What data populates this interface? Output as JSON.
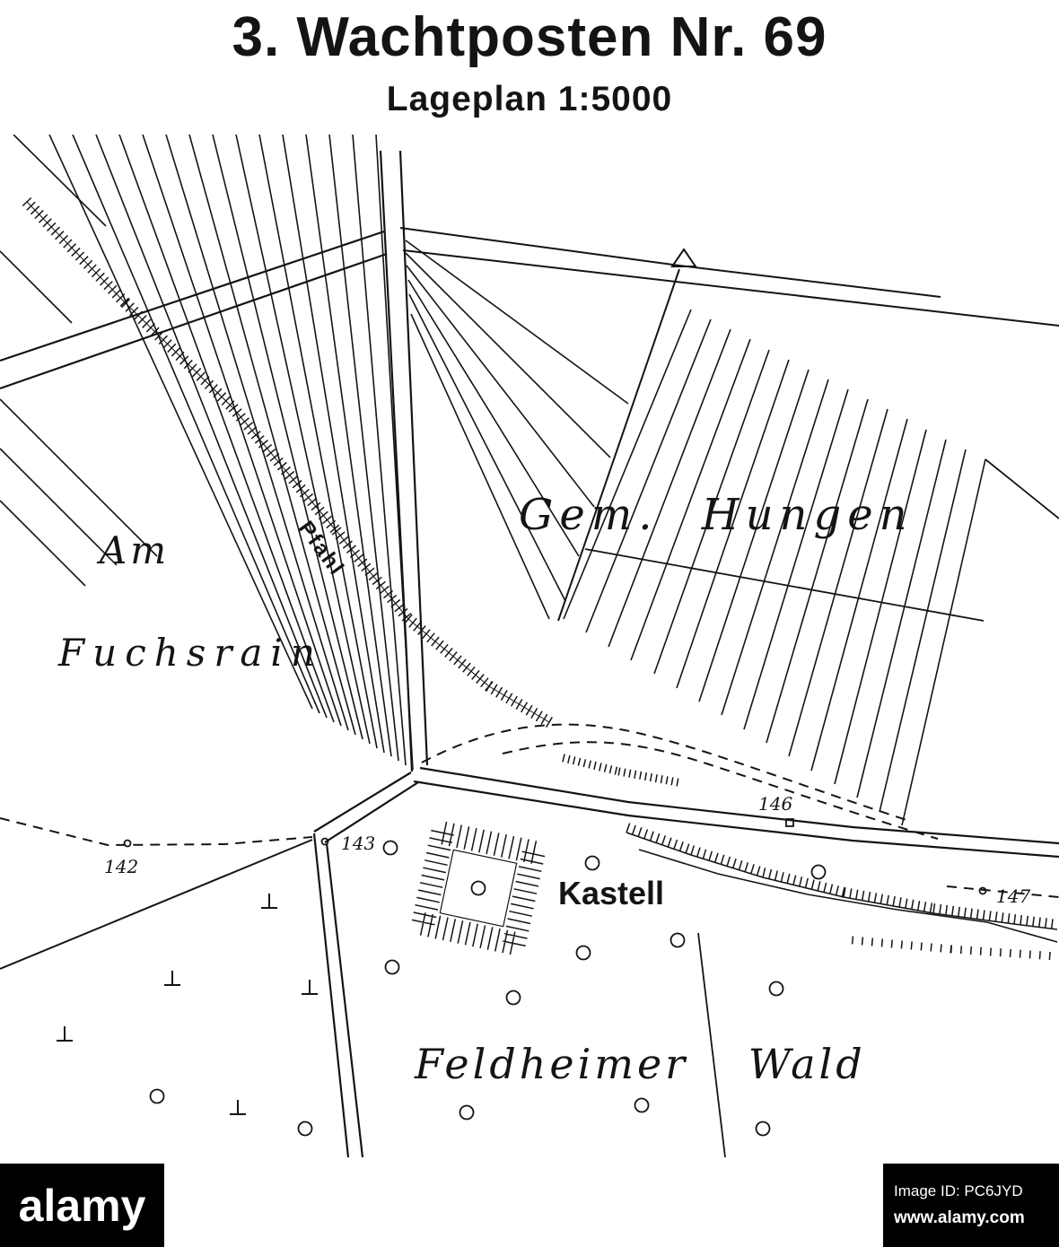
{
  "header": {
    "title": "3. Wachtposten Nr. 69",
    "subtitle": "Lageplan 1:5000"
  },
  "map": {
    "region_labels": {
      "am": "Am",
      "fuchsrain": "Fuchsrain",
      "gem_hungen": "Gem. Hungen",
      "feldheimer_wald": "Feldheimer Wald"
    },
    "feature_labels": {
      "pfahl": "Pfahl",
      "kastell": "Kastell"
    },
    "elevations": [
      "142",
      "143",
      "146",
      "147"
    ]
  },
  "watermark": {
    "brand": "alamy",
    "image_id": "Image ID: PC6JYD",
    "url": "www.alamy.com"
  }
}
